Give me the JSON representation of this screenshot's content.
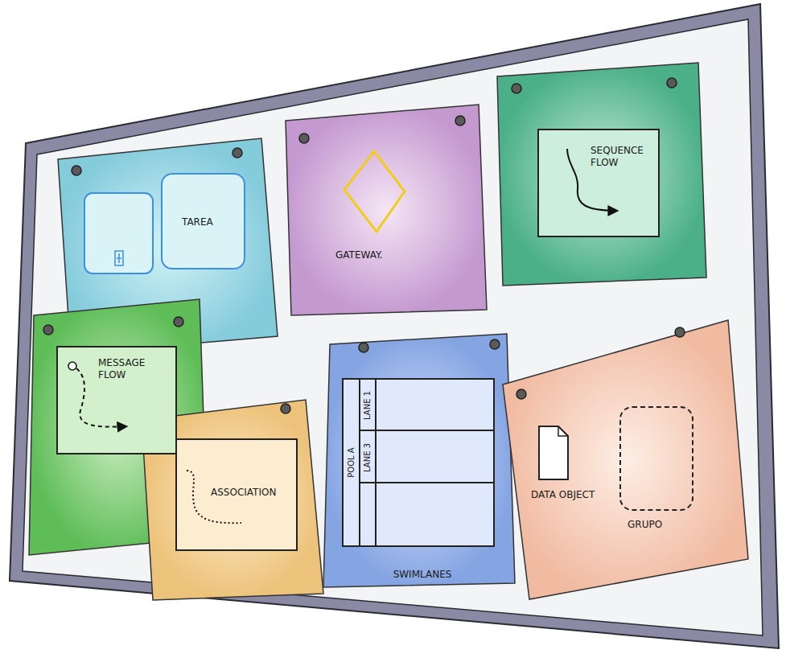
{
  "diagram": {
    "nodes": [
      {
        "text": [
          "TAREA"
        ]
      },
      {
        "text": [
          "GATEWAY."
        ]
      },
      {
        "text": [
          "SEQUENCE FLOW"
        ]
      },
      {
        "text": [
          "MESSAGE FLOW"
        ]
      },
      {
        "text": [
          "ASSOCIATION"
        ]
      },
      {
        "text": [
          "SWIMLANES"
        ]
      },
      {
        "text": [
          "POOL A"
        ],
        "in": 5
      },
      {
        "text": [
          "LANE 1"
        ],
        "in": 6
      },
      {
        "text": [
          "LANE 3"
        ],
        "in": 6
      },
      {
        "text": [
          "DATA OBJECT"
        ]
      },
      {
        "text": [
          "GRUPO"
        ]
      }
    ]
  }
}
